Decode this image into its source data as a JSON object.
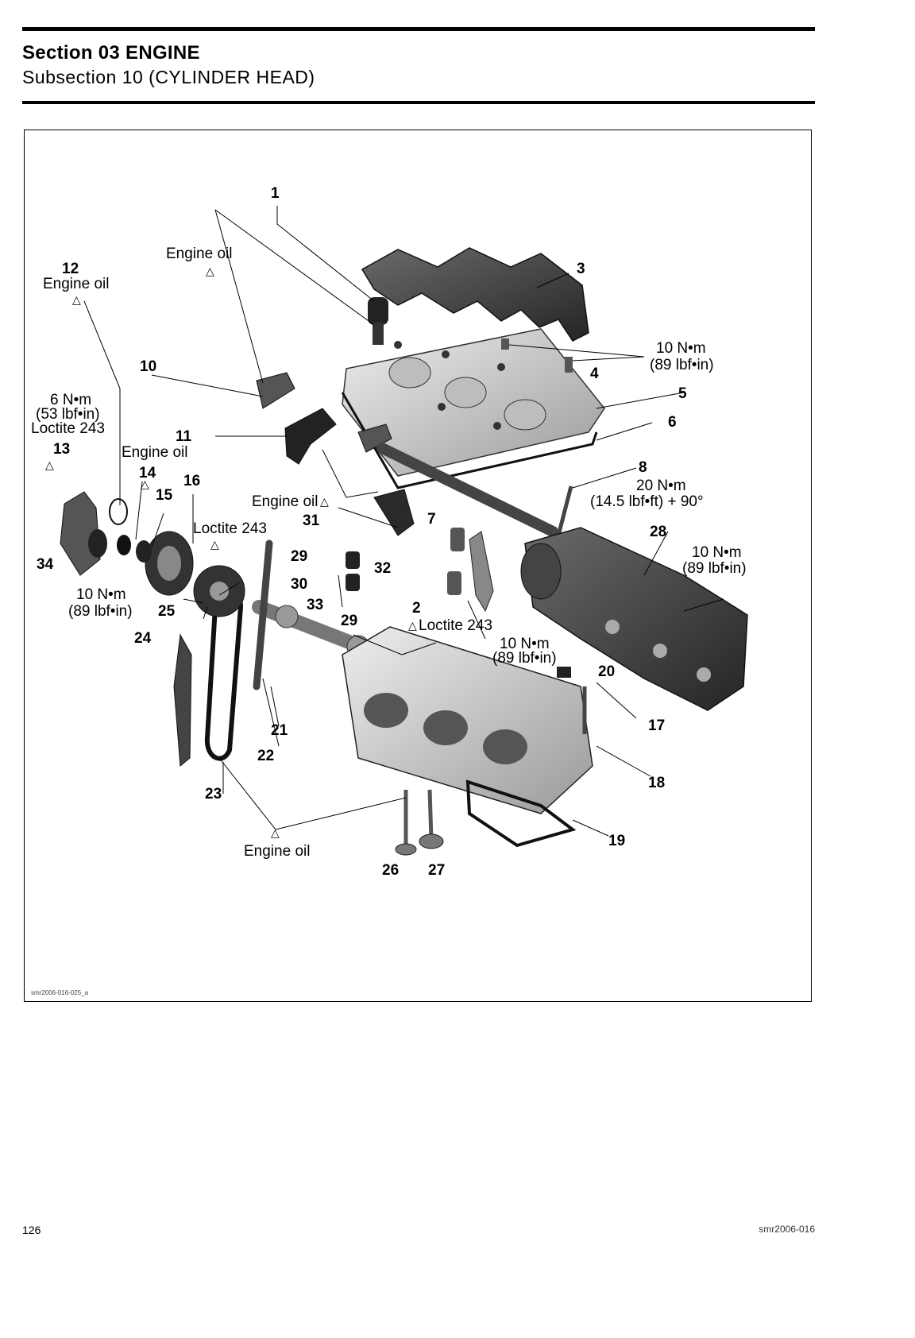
{
  "header": {
    "section": "Section 03 ENGINE",
    "subsection": "Subsection 10 (CYLINDER HEAD)"
  },
  "figure": {
    "code": "smr2006-016-025_a",
    "part_numbers": {
      "p1": "1",
      "p2": "2",
      "p3": "3",
      "p4": "4",
      "p5": "5",
      "p6": "6",
      "p7": "7",
      "p8": "8",
      "p10": "10",
      "p11": "11",
      "p12": "12",
      "p13": "13",
      "p14": "14",
      "p15": "15",
      "p16": "16",
      "p17": "17",
      "p18": "18",
      "p19": "19",
      "p20": "20",
      "p21": "21",
      "p22": "22",
      "p23": "23",
      "p24": "24",
      "p25": "25",
      "p26": "26",
      "p27": "27",
      "p28": "28",
      "p29a": "29",
      "p29b": "29",
      "p30": "30",
      "p31": "31",
      "p32": "32",
      "p33": "33",
      "p34": "34"
    },
    "annotations": {
      "engine_oil_1": "Engine oil",
      "engine_oil_12": "Engine oil",
      "engine_oil_14": "Engine oil",
      "engine_oil_7": "Engine oil",
      "engine_oil_bottom": "Engine oil",
      "loctite_13": "Loctite 243",
      "loctite_16": "Loctite 243",
      "loctite_2": "Loctite 243",
      "torque_4_a": "10 N•m",
      "torque_4_b": "(89 lbf•in)",
      "torque_13_a": "6 N•m",
      "torque_13_b": "(53 lbf•in)",
      "torque_8_a": "20 N•m",
      "torque_8_b": "(14.5 lbf•ft) + 90°",
      "torque_28_a": "10 N•m",
      "torque_28_b": "(89 lbf•in)",
      "torque_25_a": "10 N•m",
      "torque_25_b": "(89 lbf•in)",
      "torque_20_a": "10 N•m",
      "torque_20_b": "(89 lbf•in)"
    }
  },
  "footer": {
    "page_number": "126",
    "doc_code": "smr2006-016"
  }
}
